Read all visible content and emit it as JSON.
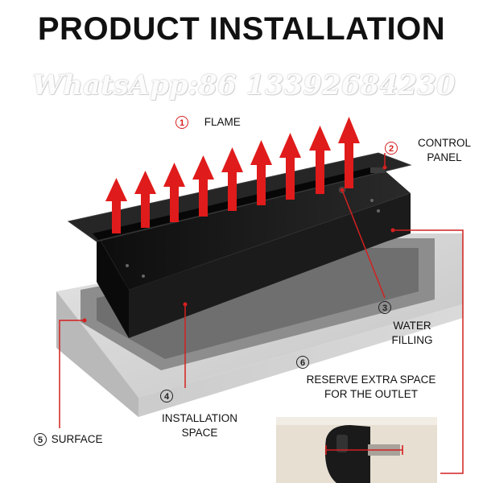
{
  "title": "PRODUCT INSTALLATION",
  "watermark": "WhatsApp:86 13392684230",
  "labels": [
    {
      "id": "flame",
      "number": "1",
      "text": "FLAME"
    },
    {
      "id": "control-panel",
      "number": "2",
      "line1": "CONTROL",
      "line2": "PANEL"
    },
    {
      "id": "water-filling",
      "number": "3",
      "line1": "WATER",
      "line2": "FILLING"
    },
    {
      "id": "installation-space",
      "number": "4",
      "line1": "INSTALLATION",
      "line2": "SPACE"
    },
    {
      "id": "surface",
      "number": "5",
      "text": "SURFACE"
    },
    {
      "id": "outlet",
      "number": "6",
      "line1": "RESERVE EXTRA SPACE",
      "line2": "FOR THE OUTLET"
    }
  ],
  "colors": {
    "accent": "#d42020",
    "burner": "#151515",
    "stone": "#c9c9c9"
  }
}
